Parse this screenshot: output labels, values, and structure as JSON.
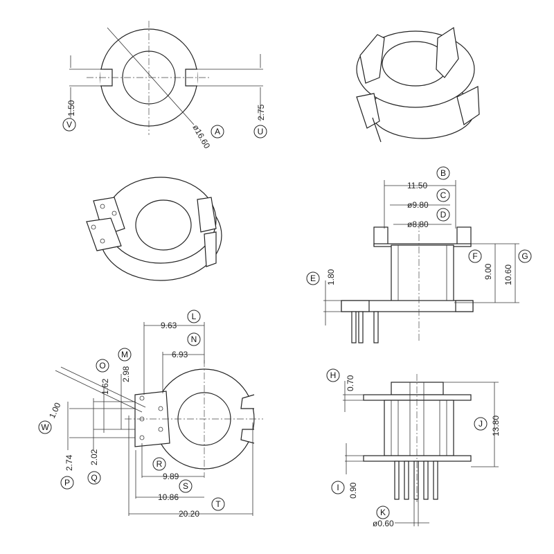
{
  "top_view": {
    "dims": [
      {
        "label": "V",
        "value": "1.50"
      },
      {
        "label": "U",
        "value": "2.75"
      },
      {
        "label": "A",
        "value": "ø16.60"
      }
    ]
  },
  "side_view": {
    "dims": [
      {
        "label": "B",
        "value": "11.50"
      },
      {
        "label": "C",
        "value": "ø9.80"
      },
      {
        "label": "D",
        "value": "ø8.80"
      },
      {
        "label": "E",
        "value": "1.80"
      },
      {
        "label": "F",
        "value": "9.00"
      },
      {
        "label": "G",
        "value": "10.60"
      }
    ]
  },
  "bottom_view": {
    "dims": [
      {
        "label": "L",
        "value": "9.63"
      },
      {
        "label": "N",
        "value": "6.93"
      },
      {
        "label": "M",
        "value": "2.98"
      },
      {
        "label": "O",
        "value": "1.62"
      },
      {
        "label": "W",
        "value": "1.00"
      },
      {
        "label": "P",
        "value": "2.74"
      },
      {
        "label": "Q",
        "value": "2.02"
      },
      {
        "label": "R",
        "value": "9.89"
      },
      {
        "label": "S",
        "value": "10.86"
      },
      {
        "label": "T",
        "value": "20.20"
      }
    ]
  },
  "front_view": {
    "dims": [
      {
        "label": "H",
        "value": "0.70"
      },
      {
        "label": "J",
        "value": "13.80"
      },
      {
        "label": "I",
        "value": "0.90"
      },
      {
        "label": "K",
        "value": "ø0.60"
      }
    ]
  }
}
